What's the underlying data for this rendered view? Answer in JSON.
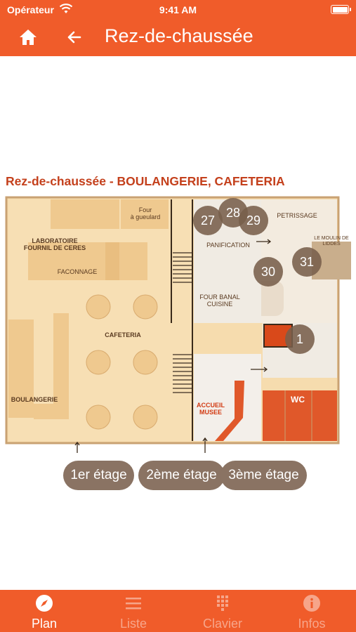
{
  "status": {
    "carrier": "Opérateur",
    "time": "9:41 AM"
  },
  "nav": {
    "title": "Rez-de-chaussée"
  },
  "map": {
    "title": "Rez-de-chaussée - BOULANGERIE, CAFETERIA",
    "labels": {
      "four_gueulard": "Four\nà gueulard",
      "laboratoire": "LABORATOIRE\nFOURNIL DE CERES",
      "faconnage": "FACONNAGE",
      "cafeteria": "CAFETERIA",
      "boulangerie": "BOULANGERIE",
      "petrissage": "PETRISSAGE",
      "panification": "PANIFICATION",
      "moulin": "LE MOULIN DE\nLIDDES",
      "four_banal": "FOUR BANAL\nCUISINE",
      "wc": "WC",
      "accueil": "ACCUEIL\nMUSEE"
    },
    "pois": [
      "27",
      "28",
      "29",
      "30",
      "31",
      "1"
    ]
  },
  "floors": [
    "1er étage",
    "2ème étage",
    "3ème étage"
  ],
  "tabs": [
    {
      "label": "Plan",
      "icon": "compass-icon",
      "active": true
    },
    {
      "label": "Liste",
      "icon": "list-icon",
      "active": false
    },
    {
      "label": "Clavier",
      "icon": "keypad-icon",
      "active": false
    },
    {
      "label": "Infos",
      "icon": "info-icon",
      "active": false
    }
  ],
  "colors": {
    "accent": "#f05c2a",
    "floor_button": "#8a7363",
    "map_title": "#c4401c"
  }
}
